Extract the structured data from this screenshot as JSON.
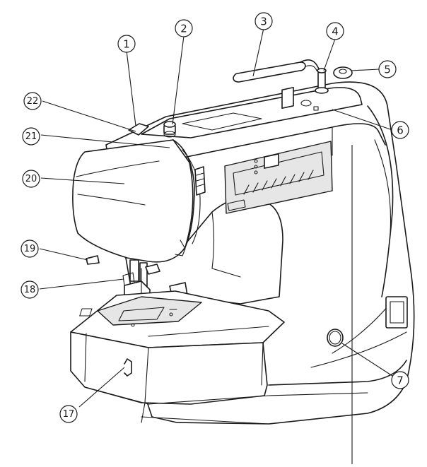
{
  "callouts": [
    {
      "id": "c1",
      "label": "1"
    },
    {
      "id": "c2",
      "label": "2"
    },
    {
      "id": "c3",
      "label": "3"
    },
    {
      "id": "c4",
      "label": "4"
    },
    {
      "id": "c5",
      "label": "5"
    },
    {
      "id": "c6",
      "label": "6"
    },
    {
      "id": "c7",
      "label": "7"
    },
    {
      "id": "c17",
      "label": "17"
    },
    {
      "id": "c18",
      "label": "18"
    },
    {
      "id": "c19",
      "label": "19"
    },
    {
      "id": "c20",
      "label": "20"
    },
    {
      "id": "c21",
      "label": "21"
    },
    {
      "id": "c22",
      "label": "22"
    }
  ]
}
